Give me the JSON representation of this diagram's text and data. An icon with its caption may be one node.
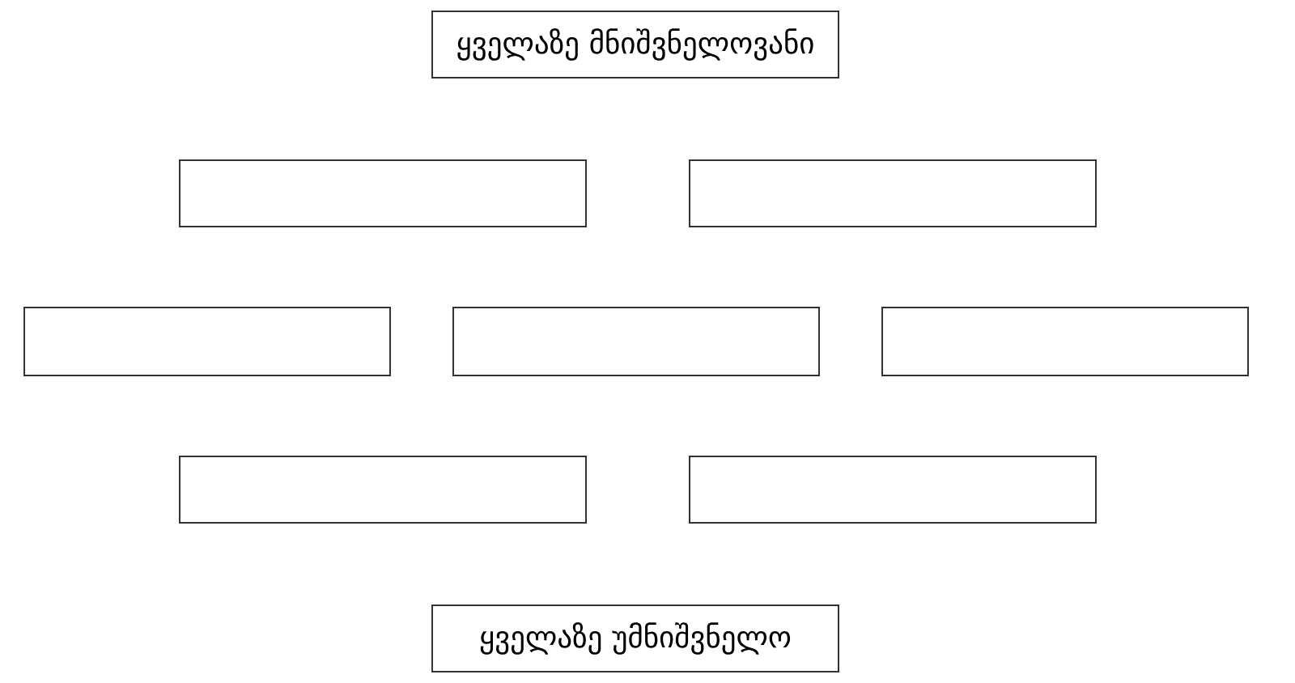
{
  "diagram": {
    "nodes": [
      {
        "text": [
          "ყველაზე მნიშვნელოვანი"
        ]
      },
      {
        "text": [],
        "shape": "box"
      },
      {
        "text": [],
        "shape": "box"
      },
      {
        "text": [],
        "shape": "box"
      },
      {
        "text": [],
        "shape": "box"
      },
      {
        "text": [],
        "shape": "box"
      },
      {
        "text": [],
        "shape": "box"
      },
      {
        "text": [],
        "shape": "box"
      },
      {
        "text": [
          "ყველაზე უმნიშვნელო"
        ]
      }
    ]
  }
}
